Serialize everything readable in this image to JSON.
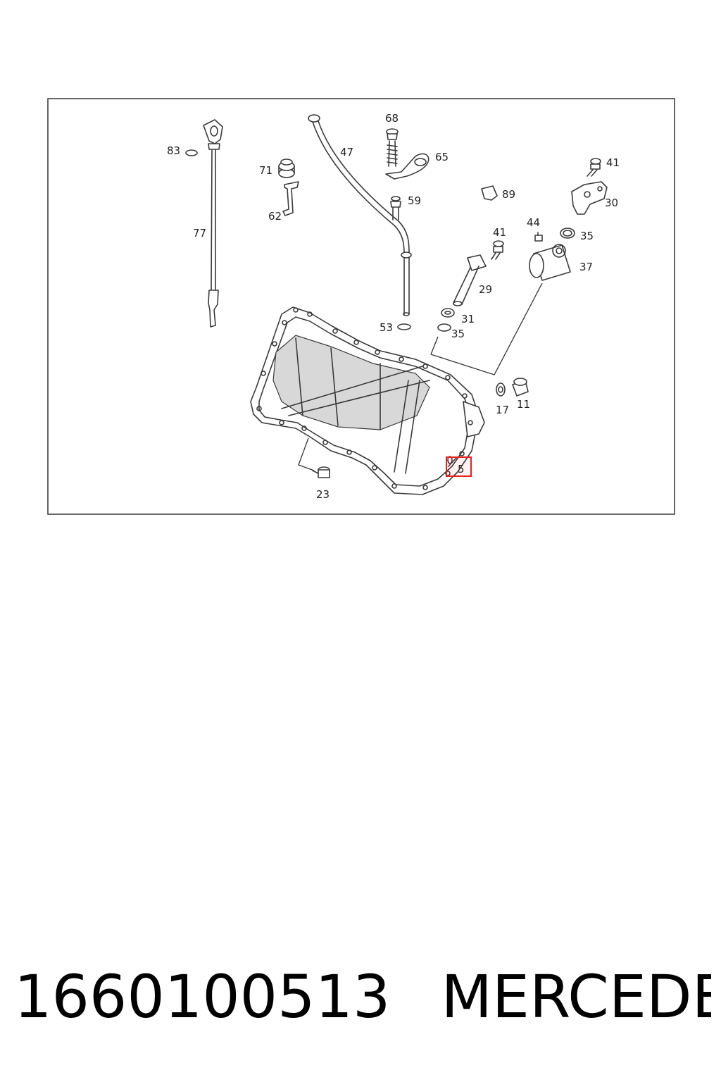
{
  "callouts": {
    "c83": "83",
    "c77": "77",
    "c71": "71",
    "c62": "62",
    "c47": "47",
    "c68": "68",
    "c65": "65",
    "c59": "59",
    "c89": "89",
    "c41a": "41",
    "c30": "30",
    "c44": "44",
    "c41b": "41",
    "c35a": "35",
    "c37": "37",
    "c29": "29",
    "c31": "31",
    "c53": "53",
    "c35b": "35",
    "c17": "17",
    "c11": "11",
    "c23": "23",
    "c5": "5"
  },
  "highlight": {
    "callout": "5",
    "color": "#e8201e"
  },
  "caption": {
    "part_number": "1660100513",
    "brand": "MERCEDES"
  }
}
